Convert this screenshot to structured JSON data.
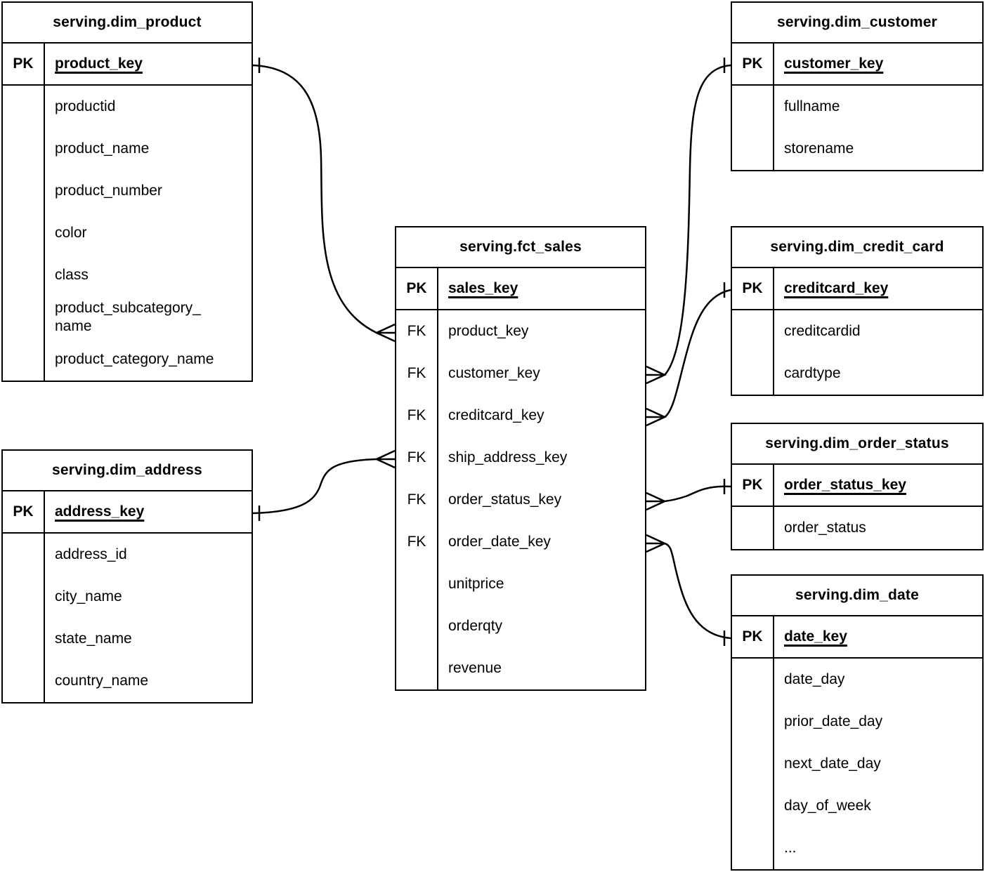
{
  "diagram": {
    "type": "entity-relationship",
    "notation": "crows-foot",
    "colors": {
      "line": "#000000",
      "background": "#ffffff",
      "text": "#000000"
    },
    "tables": {
      "dim_product": {
        "title": "serving.dim_product",
        "pk": {
          "badge": "PK",
          "field": "product_key"
        },
        "rows": [
          {
            "badge": "",
            "field": "productid"
          },
          {
            "badge": "",
            "field": "product_name"
          },
          {
            "badge": "",
            "field": "product_number"
          },
          {
            "badge": "",
            "field": "color"
          },
          {
            "badge": "",
            "field": "class"
          },
          {
            "badge": "",
            "field": "product_subcategory_\nname"
          },
          {
            "badge": "",
            "field": "product_category_name"
          }
        ]
      },
      "dim_customer": {
        "title": "serving.dim_customer",
        "pk": {
          "badge": "PK",
          "field": "customer_key"
        },
        "rows": [
          {
            "badge": "",
            "field": "fullname"
          },
          {
            "badge": "",
            "field": "storename"
          }
        ]
      },
      "fct_sales": {
        "title": "serving.fct_sales",
        "pk": {
          "badge": "PK",
          "field": "sales_key"
        },
        "rows": [
          {
            "badge": "FK",
            "field": "product_key"
          },
          {
            "badge": "FK",
            "field": "customer_key"
          },
          {
            "badge": "FK",
            "field": "creditcard_key"
          },
          {
            "badge": "FK",
            "field": "ship_address_key"
          },
          {
            "badge": "FK",
            "field": "order_status_key"
          },
          {
            "badge": "FK",
            "field": "order_date_key"
          },
          {
            "badge": "",
            "field": "unitprice"
          },
          {
            "badge": "",
            "field": "orderqty"
          },
          {
            "badge": "",
            "field": "revenue"
          }
        ]
      },
      "dim_credit_card": {
        "title": "serving.dim_credit_card",
        "pk": {
          "badge": "PK",
          "field": "creditcard_key"
        },
        "rows": [
          {
            "badge": "",
            "field": "creditcardid"
          },
          {
            "badge": "",
            "field": "cardtype"
          }
        ]
      },
      "dim_order_status": {
        "title": "serving.dim_order_status",
        "pk": {
          "badge": "PK",
          "field": "order_status_key"
        },
        "rows": [
          {
            "badge": "",
            "field": "order_status"
          }
        ]
      },
      "dim_date": {
        "title": "serving.dim_date",
        "pk": {
          "badge": "PK",
          "field": "date_key"
        },
        "rows": [
          {
            "badge": "",
            "field": "date_day"
          },
          {
            "badge": "",
            "field": "prior_date_day"
          },
          {
            "badge": "",
            "field": "next_date_day"
          },
          {
            "badge": "",
            "field": "day_of_week"
          },
          {
            "badge": "",
            "field": "..."
          }
        ]
      },
      "dim_address": {
        "title": "serving.dim_address",
        "pk": {
          "badge": "PK",
          "field": "address_key"
        },
        "rows": [
          {
            "badge": "",
            "field": "address_id"
          },
          {
            "badge": "",
            "field": "city_name"
          },
          {
            "badge": "",
            "field": "state_name"
          },
          {
            "badge": "",
            "field": "country_name"
          }
        ]
      }
    },
    "relationships": [
      {
        "one": "serving.dim_product.product_key",
        "many": "serving.fct_sales.product_key",
        "cardinality": "one-to-many"
      },
      {
        "one": "serving.dim_customer.customer_key",
        "many": "serving.fct_sales.customer_key",
        "cardinality": "one-to-many"
      },
      {
        "one": "serving.dim_credit_card.creditcard_key",
        "many": "serving.fct_sales.creditcard_key",
        "cardinality": "one-to-many"
      },
      {
        "one": "serving.dim_order_status.order_status_key",
        "many": "serving.fct_sales.order_status_key",
        "cardinality": "one-to-many"
      },
      {
        "one": "serving.dim_date.date_key",
        "many": "serving.fct_sales.order_date_key",
        "cardinality": "one-to-many"
      },
      {
        "one": "serving.dim_address.address_key",
        "many": "serving.fct_sales.ship_address_key",
        "cardinality": "one-to-many"
      }
    ]
  }
}
